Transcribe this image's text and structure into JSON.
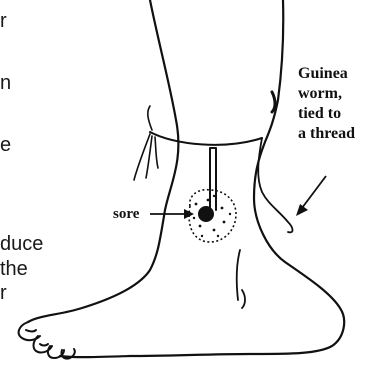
{
  "left_text_fragments": [
    "r",
    "n",
    "e",
    "duce",
    "the",
    "r"
  ],
  "labels": {
    "guinea_worm": [
      "Guinea",
      "worm,",
      "tied to",
      "a thread"
    ],
    "sore": "sore"
  },
  "colors": {
    "ink": "#111111",
    "background": "#ffffff"
  }
}
